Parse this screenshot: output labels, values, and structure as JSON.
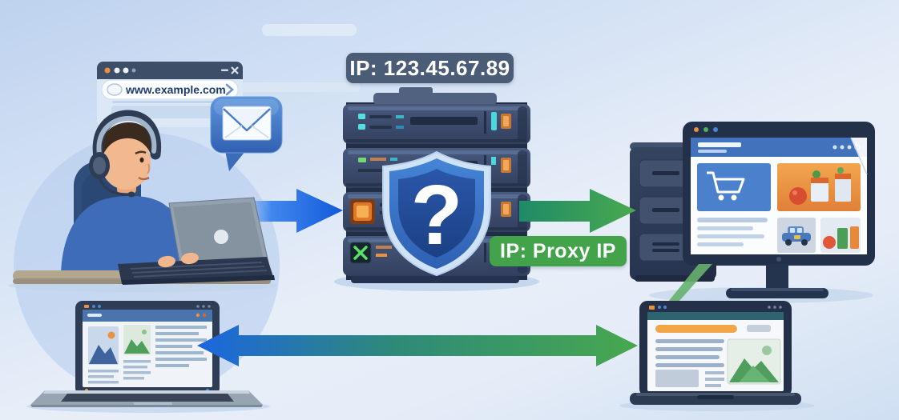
{
  "labels": {
    "origin_ip": "IP: 123.45.67.89",
    "proxy_ip": "IP: Proxy IP",
    "shield_question": "?"
  },
  "browser": {
    "url": "www.example.com"
  },
  "icons": {
    "search": "oval magnifier in address bar",
    "forward_chevron": "›",
    "minimize": "–",
    "close": "×",
    "email": "white envelope in blue speech bubble",
    "shield": "blue shield with question mark over proxy server",
    "shopping_cart": "white cart on blue tile of e-commerce page",
    "arrow_user_to_proxy": "solid right arrow, blue",
    "arrow_proxy_to_site": "solid right arrow, green",
    "arrow_bottom": "double-headed arrow, blue to green"
  },
  "colors": {
    "background_top": "#bed2ee",
    "background_bottom": "#cfdff2",
    "origin_ip_label_bg": "#4b5c77",
    "origin_ip_label_text": "#ffffff",
    "proxy_ip_label_bg": "#42a34b",
    "proxy_ip_label_text": "#ffffff",
    "arrow_blue": "#1e6fe8",
    "arrow_green": "#46a84f",
    "device_navy": "#2c3a52",
    "shield_blue": "#2b57aa",
    "accent_orange": "#e8923d"
  }
}
